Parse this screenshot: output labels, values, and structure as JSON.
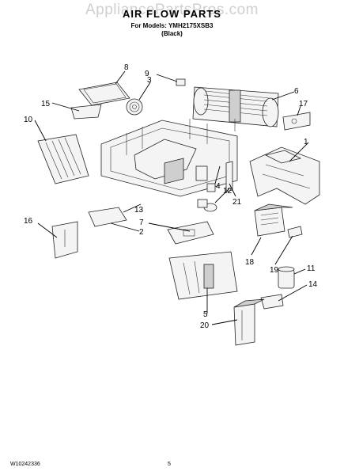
{
  "watermark": "AppliancePartsPros.com",
  "header": {
    "title": "AIR FLOW PARTS",
    "models_line": "For Models: YMH2175XSB3",
    "variant": "(Black)"
  },
  "callouts": [
    "1",
    "2",
    "3",
    "4",
    "5",
    "6",
    "7",
    "8",
    "9",
    "10",
    "11",
    "12",
    "13",
    "14",
    "15",
    "16",
    "17",
    "18",
    "19",
    "20",
    "21"
  ],
  "footer": {
    "doc_number": "W10242336",
    "page": "5"
  }
}
